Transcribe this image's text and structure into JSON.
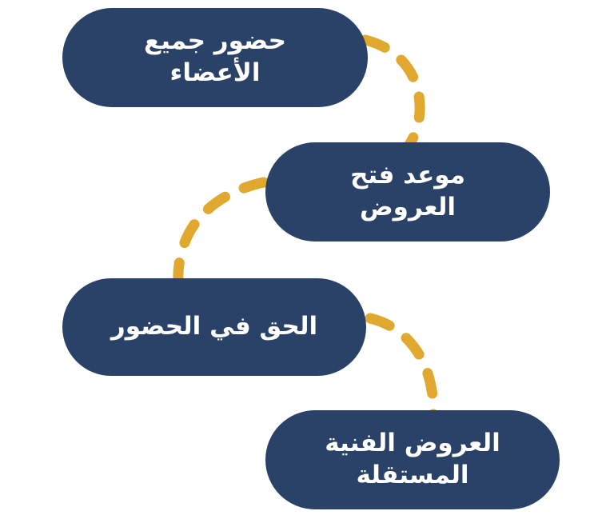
{
  "diagram": {
    "type": "zigzag-process-flow",
    "direction": "rtl",
    "background_color": "#ffffff",
    "node_color": "#2a4268",
    "node_text_color": "#ffffff",
    "connector_color": "#e0a82e",
    "connector_style": "dashed-curved-arc",
    "nodes": [
      {
        "id": "node-1",
        "order": 1,
        "label": "حضور جميع\nالأعضاء",
        "lines": [
          "حضور جميع",
          "الأعضاء"
        ],
        "align": "right"
      },
      {
        "id": "node-2",
        "order": 2,
        "label": "موعد فتح\nالعروض",
        "lines": [
          "موعد فتح",
          "العروض"
        ],
        "align": "left"
      },
      {
        "id": "node-3",
        "order": 3,
        "label": "الحق في الحضور",
        "lines": [
          "الحق في الحضور"
        ],
        "align": "right"
      },
      {
        "id": "node-4",
        "order": 4,
        "label": "العروض الفنية\nالمستقلة",
        "lines": [
          "العروض الفنية",
          "المستقلة"
        ],
        "align": "left"
      }
    ],
    "connectors": [
      {
        "id": "connector-1",
        "from": "node-1",
        "to": "node-2",
        "curve": "right-down"
      },
      {
        "id": "connector-2",
        "from": "node-2",
        "to": "node-3",
        "curve": "left-down"
      },
      {
        "id": "connector-3",
        "from": "node-3",
        "to": "node-4",
        "curve": "right-down"
      }
    ]
  }
}
